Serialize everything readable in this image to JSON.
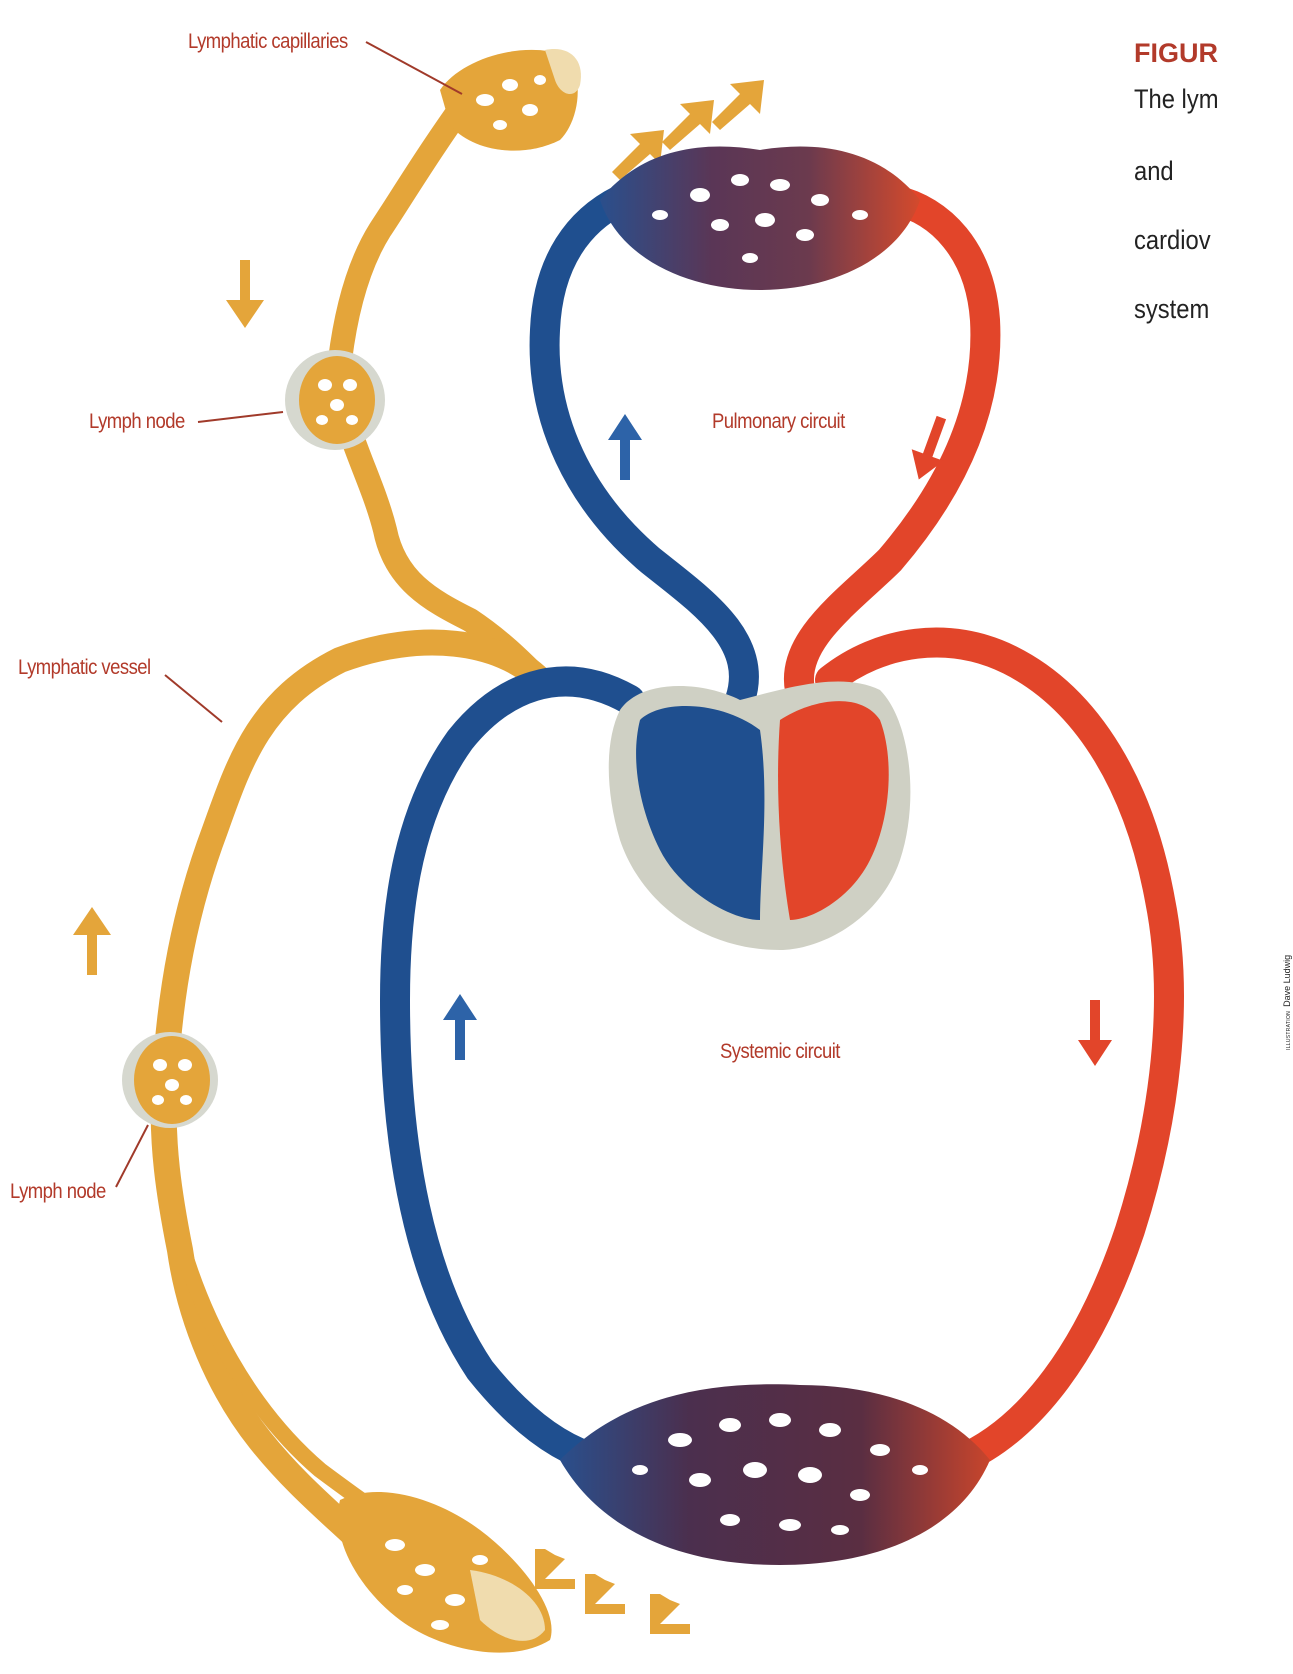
{
  "labels": {
    "lymphatic_capillaries": "Lymphatic capillaries",
    "lymph_node_upper": "Lymph node",
    "lymphatic_vessel": "Lymphatic vessel",
    "lymph_node_lower": "Lymph node",
    "pulmonary_circuit": "Pulmonary circuit",
    "systemic_circuit": "Systemic circuit"
  },
  "caption": {
    "title": "FIGUR",
    "lines": [
      "The lym",
      "and",
      "cardiov",
      "system"
    ]
  },
  "credit": {
    "prefix": "ILLUSTRATION",
    "name": "Dave Ludwig"
  },
  "colors": {
    "label_text": "#b23a2a",
    "lymph": "#e4a53a",
    "vein_blue": "#1f4f8f",
    "artery_red": "#e2452a",
    "capillary_purple": "#5a2e4a",
    "heart_wall": "#cfd0c4"
  }
}
